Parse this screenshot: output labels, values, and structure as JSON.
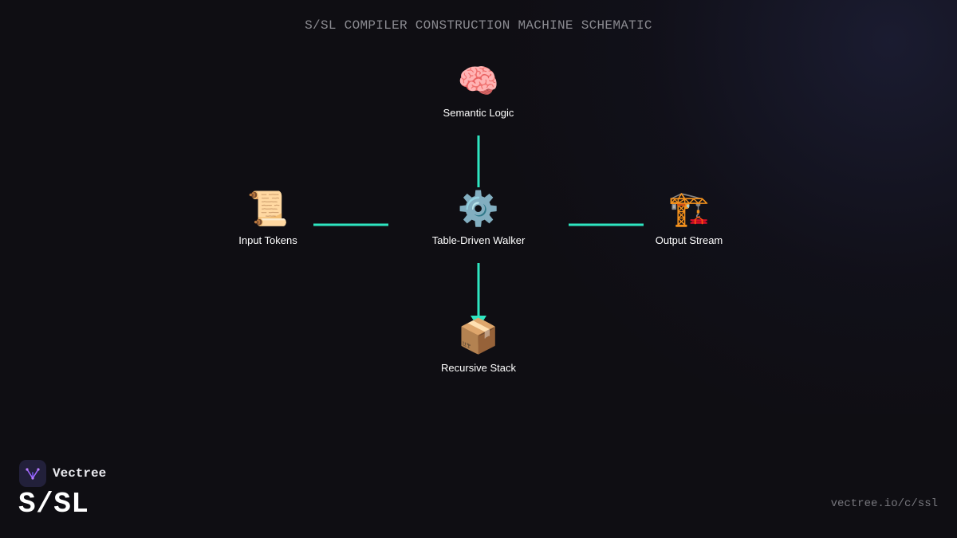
{
  "diagram": {
    "title": "S/SL COMPILER CONSTRUCTION MACHINE SCHEMATIC",
    "accent_color": "#2ee6c1",
    "nodes": {
      "semantic": {
        "icon": "🧠",
        "icon_name": "brain-icon",
        "label": "Semantic Logic"
      },
      "walker": {
        "icon": "⚙️",
        "icon_name": "gear-icon",
        "label": "Table-Driven Walker"
      },
      "input": {
        "icon": "📜",
        "icon_name": "scroll-icon",
        "label": "Input Tokens"
      },
      "output": {
        "icon": "🏗️",
        "icon_name": "crane-icon",
        "label": "Output Stream"
      },
      "stack": {
        "icon": "📦",
        "icon_name": "package-icon",
        "label": "Recursive Stack"
      }
    },
    "edges": [
      {
        "from": "semantic",
        "to": "walker"
      },
      {
        "from": "input",
        "to": "walker"
      },
      {
        "from": "walker",
        "to": "output"
      },
      {
        "from": "walker",
        "to": "stack",
        "arrow": true
      }
    ]
  },
  "brand": {
    "name": "Vectree",
    "logo_icon": "vectree-logo-icon",
    "title": "S/SL",
    "url": "vectree.io/c/ssl"
  }
}
